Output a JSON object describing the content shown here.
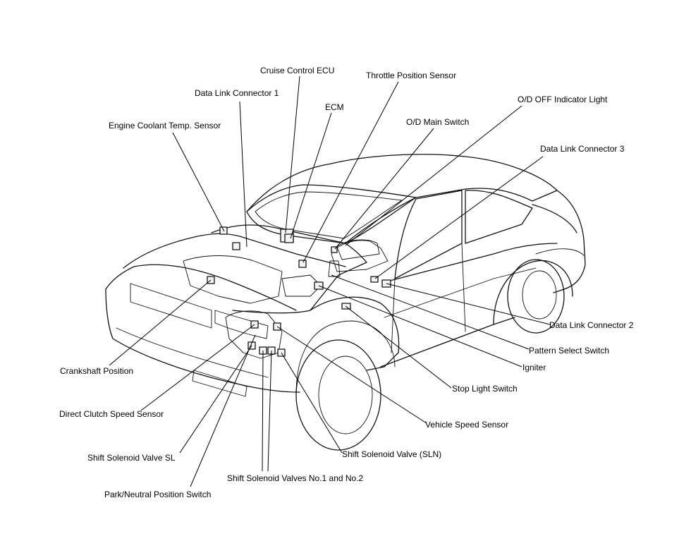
{
  "labels": {
    "cruise_control_ecu": "Cruise Control ECU",
    "throttle_position_sensor": "Throttle Position Sensor",
    "data_link_connector_1": "Data Link Connector 1",
    "ecm": "ECM",
    "od_off_indicator_light": "O/D OFF Indicator Light",
    "od_main_switch": "O/D Main Switch",
    "engine_coolant_temp_sensor": "Engine Coolant Temp. Sensor",
    "data_link_connector_3": "Data Link Connector 3",
    "data_link_connector_2": "Data Link Connector 2",
    "pattern_select_switch": "Pattern Select Switch",
    "igniter": "Igniter",
    "crankshaft_position": "Crankshaft Position",
    "stop_light_switch": "Stop Light Switch",
    "direct_clutch_speed_sensor": "Direct Clutch Speed Sensor",
    "vehicle_speed_sensor": "Vehicle Speed Sensor",
    "shift_solenoid_valve_sl": "Shift Solenoid Valve SL",
    "shift_solenoid_valve_sln": "Shift Solenoid Valve (SLN)",
    "shift_solenoid_valves_no1_no2": "Shift Solenoid Valves No.1 and No.2",
    "park_neutral_position_switch": "Park/Neutral Position Switch"
  }
}
